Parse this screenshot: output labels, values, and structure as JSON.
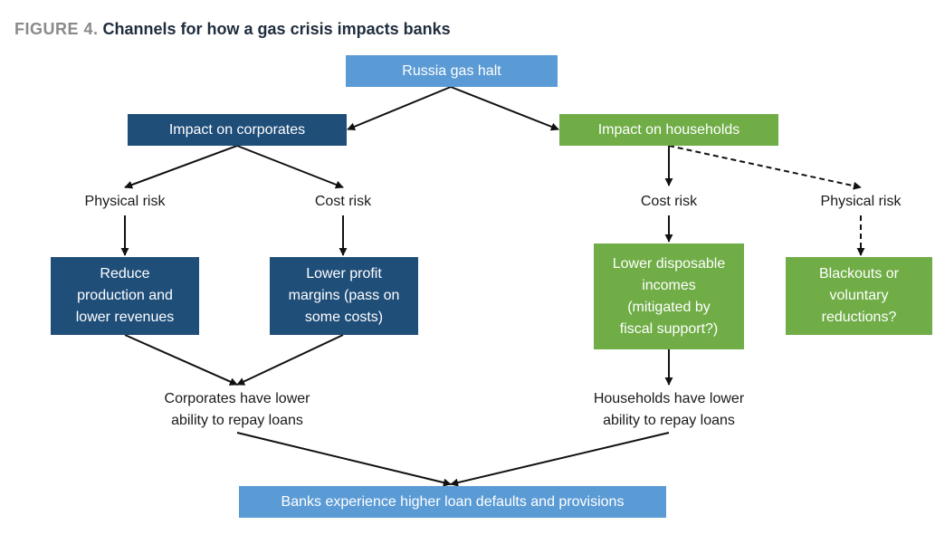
{
  "figure": {
    "label": "FIGURE 4.",
    "title": "Channels for how a gas crisis impacts banks"
  },
  "nodes": {
    "root": "Russia gas halt",
    "corporates": "Impact on corporates",
    "households": "Impact on households",
    "corp_physical_risk": "Physical risk",
    "corp_cost_risk": "Cost risk",
    "hh_cost_risk": "Cost risk",
    "hh_physical_risk": "Physical risk",
    "reduce_production": "Reduce\nproduction and\nlower revenues",
    "lower_margins": "Lower profit\nmargins (pass on\nsome costs)",
    "lower_incomes": "Lower disposable\nincomes\n(mitigated by\nfiscal support?)",
    "blackouts": "Blackouts or\nvoluntary\nreductions?",
    "corp_repay": "Corporates have lower\nability to repay loans",
    "hh_repay": "Households have lower\nability to repay loans",
    "banks": "Banks experience higher loan defaults and provisions"
  },
  "colors": {
    "light_blue": "#5b9bd5",
    "dark_blue": "#1f4e79",
    "green": "#70ad47",
    "title_gray": "#8a8a8a",
    "arrow": "#111111"
  }
}
